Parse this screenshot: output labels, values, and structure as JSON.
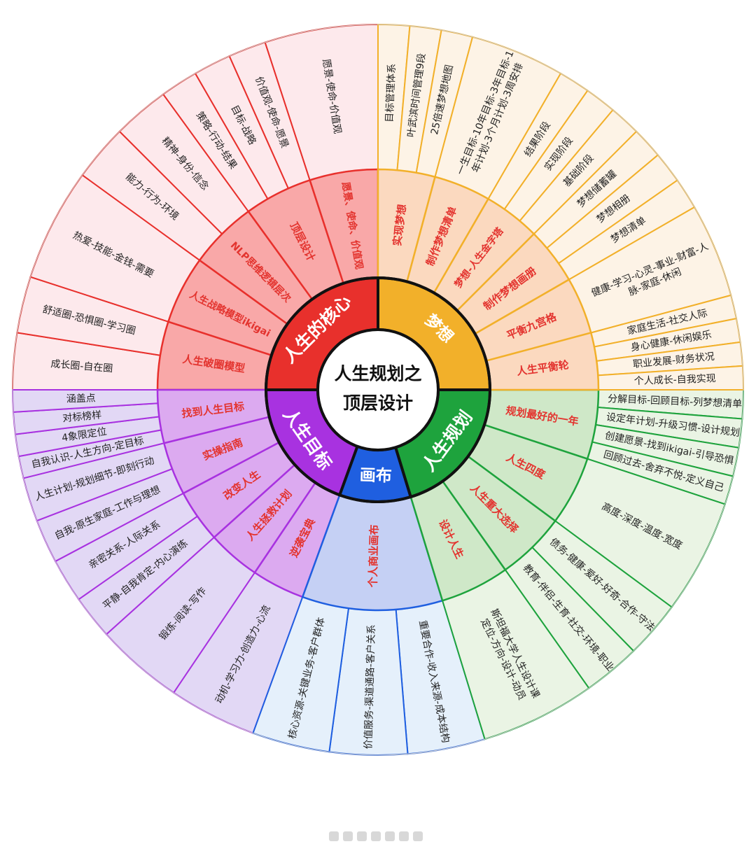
{
  "center": {
    "line1": "人生规划之",
    "line2": "顶层设计"
  },
  "segments": [
    {
      "name": "core",
      "label": "人生的核心",
      "color": "#e8302c",
      "inner_color": "#f9a8a8",
      "outer_color": "#fde9ec",
      "inner": [
        {
          "label": "人生破圈模型",
          "outer": [
            "成长圈-自在圈",
            "舒适圈-恐惧圈-学习圈"
          ]
        },
        {
          "label": "人生战略模型ikigai",
          "outer": [
            "热爱-技能-金钱-需要"
          ]
        },
        {
          "label": "NLP思维逻辑层次",
          "outer": [
            "能力-行为-环境",
            "精神-身份-信念"
          ]
        },
        {
          "label": "顶层设计",
          "outer": [
            "策略-行动-结果",
            "目标-战略",
            "价值观-使命-愿景"
          ]
        },
        {
          "label": "愿景、使命、价值观",
          "outer": [
            "愿景-使命-价值观"
          ]
        }
      ]
    },
    {
      "name": "goal",
      "label": "人生目标",
      "color": "#a832e0",
      "inner_color": "#dcaaf0",
      "outer_color": "#e2d8f5",
      "inner": [
        {
          "label": "逆袭宝典",
          "outer": [
            "动机-学习力-创造力-心流"
          ]
        },
        {
          "label": "人生拯救计划",
          "outer": [
            "锻炼-阅读-写作"
          ]
        },
        {
          "label": "改变人生",
          "outer": [
            "平静-自我肯定-内心演练",
            "亲密关系-人际关系"
          ]
        },
        {
          "label": "实操指南",
          "outer": [
            "自我-原生家庭-工作与理想",
            "人生计划-规划细节-即刻行动"
          ]
        },
        {
          "label": "找到人生目标",
          "outer": [
            "自我认识-人生方向-定目标",
            "4象限定位",
            "对标榜样",
            "涵盖点"
          ]
        }
      ]
    },
    {
      "name": "canvas",
      "label": "画布",
      "color": "#1f5fe0",
      "inner_color": "#c5d0f4",
      "outer_color": "#e5f0fb",
      "inner": [
        {
          "label": "个人商业画布",
          "outer": [
            "重要合作-收入来源-成本结构",
            "价值服务-渠道通路-客户关系",
            "核心资源-关键业务-客户群体"
          ]
        }
      ]
    },
    {
      "name": "plan",
      "label": "人生规划",
      "color": "#1ea33d",
      "inner_color": "#cfe8c8",
      "outer_color": "#eaf4e4",
      "inner": [
        {
          "label": "规划最好的一年",
          "outer": [
            "分解目标-回顾目标-列梦想清单",
            "设定年计划-升级习惯-设计规划",
            "创建愿景-找到ikigai-引导恐惧",
            "回顾过去-舍弃不悦-定义自己"
          ]
        },
        {
          "label": "人生四度",
          "outer": [
            "高度-深度-温度-宽度"
          ]
        },
        {
          "label": "人生重大选择",
          "outer": [
            "债务-健康-爱好-好奇-合作-守法",
            "教育-伴侣-生育-社交-环境-职业"
          ]
        },
        {
          "label": "设计人生",
          "outer": [
            "斯坦福大学人生设计课|定位-方向-设计-动员"
          ]
        }
      ]
    },
    {
      "name": "dream",
      "label": "梦想",
      "color": "#f2b02a",
      "inner_color": "#fbd9bf",
      "outer_color": "#fdf3e6",
      "inner": [
        {
          "label": "实现梦想",
          "outer": [
            "目标管理体系",
            "叶武滨时间管理9段",
            "25倍速梦想地图"
          ]
        },
        {
          "label": "制作梦想清单",
          "outer": [
            "一生目标-10年目标-3年目标-1|年计划-3个月计划-3周安排"
          ]
        },
        {
          "label": "梦想-人生金字塔",
          "outer": [
            "结果阶段",
            "实现阶段",
            "基础阶段"
          ]
        },
        {
          "label": "制作梦想画册",
          "outer": [
            "梦想储蓄罐",
            "梦想相册",
            "梦想清单"
          ]
        },
        {
          "label": "平衡九宫格",
          "outer": [
            "健康-学习-心灵-事业-财富-人|脉-家庭-休闲"
          ]
        },
        {
          "label": "人生平衡轮",
          "outer": [
            "家庭生活-社交人际",
            "身心健康-休闲娱乐",
            "职业发展-财务状况",
            "个人成长-自我实现"
          ]
        }
      ]
    }
  ],
  "colors": {
    "inner_text": "#e3342f",
    "outer_text": "#222222",
    "hub_text": "#ffffff",
    "center_text": "#111111"
  }
}
